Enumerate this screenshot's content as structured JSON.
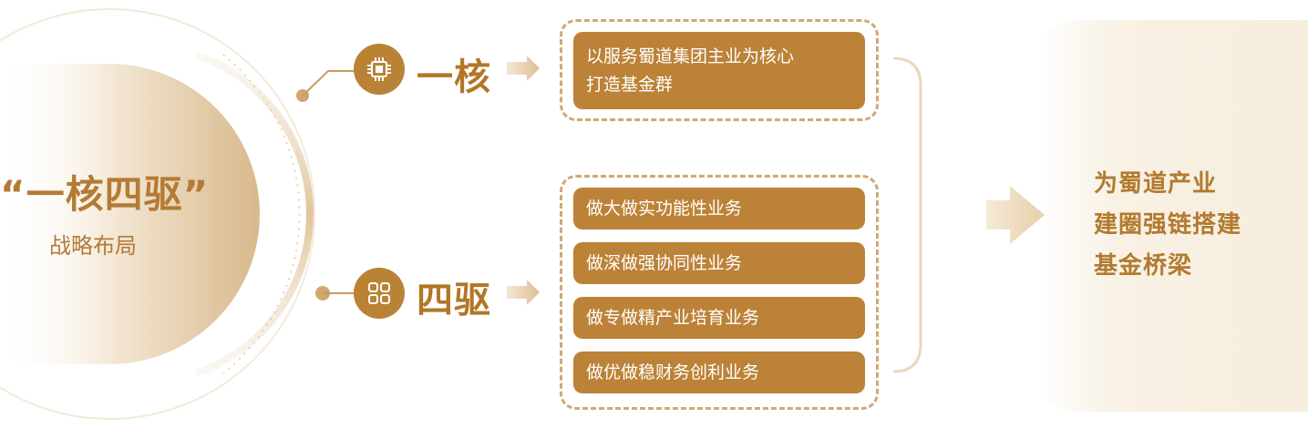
{
  "hub": {
    "title": "“一核四驱”",
    "subtitle": "战略布局"
  },
  "core": {
    "heading": "一核",
    "icon": "chip-icon",
    "items": [
      "以服务蜀道集团主业为核心",
      "打造基金群"
    ]
  },
  "drives": {
    "heading": "四驱",
    "icon": "grid-icon",
    "items": [
      "做大做实功能性业务",
      "做深做强协同性业务",
      "做专做精产业培育业务",
      "做优做稳财务创利业务"
    ]
  },
  "result": {
    "lines": [
      "为蜀道产业",
      "建圈强链搭建",
      "基金桥梁"
    ]
  },
  "colors": {
    "accent": "#b98235",
    "card": "#bc8237",
    "dashed_border": "#cfa976",
    "result_text": "#b27a2f"
  }
}
